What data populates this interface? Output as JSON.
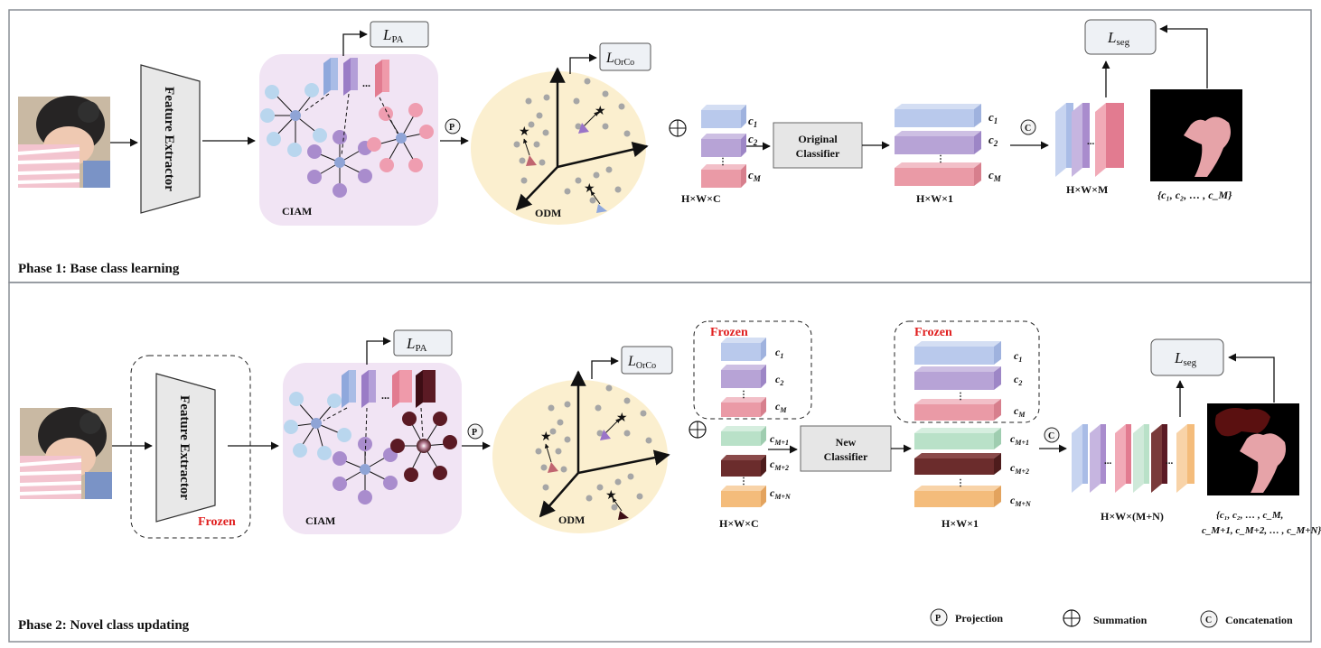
{
  "colors": {
    "base_blue": "#b9c9ec",
    "base_purple": "#b7a3d6",
    "base_pink": "#ea9aa6",
    "novel_green": "#b9e1c8",
    "novel_maroon": "#6b2c2c",
    "novel_orange": "#f4bc7b",
    "frozen_red": "#e02020",
    "ciam_bg": "#f1e4f4",
    "odm_bg": "#fbefcf"
  },
  "phase1": {
    "title": "Phase 1: Base class learning",
    "feature_extractor": "Feature Extractor",
    "ciam": "CIAM",
    "odm": "ODM",
    "loss_pa_main": "L",
    "loss_pa_sub": "PA",
    "loss_orco_main": "L",
    "loss_orco_sub": "OrCo",
    "loss_seg_main": "L",
    "loss_seg_sub": "seg",
    "projection_symbol": "P",
    "concat_symbol": "C",
    "prototype_dots": "...",
    "vdots": "⋮",
    "classifier": [
      "Original",
      "Classifier"
    ],
    "dim_hwc": "H×W×C",
    "dim_hw1": "H×W×1",
    "dim_hwm": "H×W×M",
    "labels": {
      "c1": "c",
      "c1_sub": "1",
      "c2": "c",
      "c2_sub": "2",
      "cM": "c",
      "cM_sub": "M"
    },
    "gt_set": "{c₁, c₂, … , c_M}"
  },
  "phase2": {
    "title": "Phase 2: Novel class updating",
    "feature_extractor": "Feature Extractor",
    "frozen": "Frozen",
    "ciam": "CIAM",
    "odm": "ODM",
    "loss_pa_main": "L",
    "loss_pa_sub": "PA",
    "loss_orco_main": "L",
    "loss_orco_sub": "OrCo",
    "loss_seg_main": "L",
    "loss_seg_sub": "seg",
    "projection_symbol": "P",
    "concat_symbol": "C",
    "prototype_dots": "...",
    "vdots": "⋮",
    "classifier": [
      "New",
      "Classifier"
    ],
    "dim_hwc": "H×W×C",
    "dim_hw1": "H×W×1",
    "dim_hwmn": "H×W×(M+N)",
    "labels": {
      "c1": "c",
      "c1_sub": "1",
      "c2": "c",
      "c2_sub": "2",
      "cM": "c",
      "cM_sub": "M",
      "cM1": "c",
      "cM1_sub": "M+1",
      "cM2": "c",
      "cM2_sub": "M+2",
      "cMN": "c",
      "cMN_sub": "M+N"
    },
    "gt_set_line1": "{c₁, c₂, … , c_M,",
    "gt_set_line2": "c_M+1, c_M+2, … , c_M+N}"
  },
  "legend": {
    "projection_symbol": "P",
    "projection": "Projection",
    "summation": "Summation",
    "concat_symbol": "C",
    "concatenation": "Concatenation"
  }
}
